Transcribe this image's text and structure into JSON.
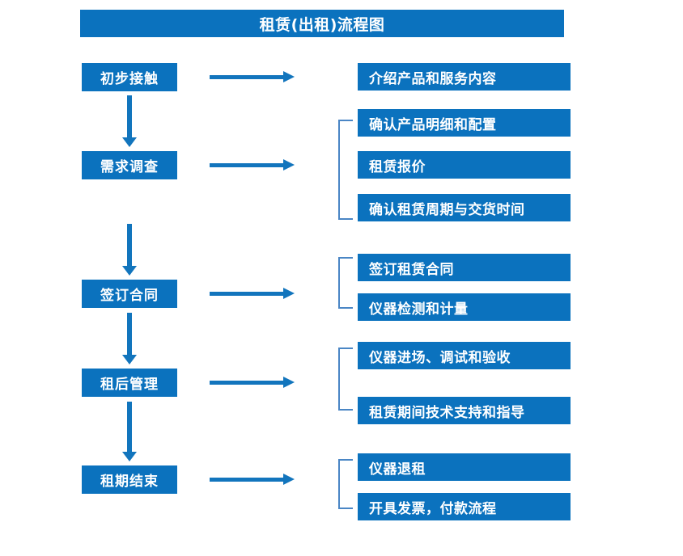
{
  "title": "租赁(出租)流程图",
  "theme": {
    "box_blue": "#0B72BE",
    "arrow_blue": "#1275BD",
    "bracket_blue": "#4A86C5",
    "text_color": "#FFFFFF",
    "background": "#FFFFFF"
  },
  "stages": [
    {
      "id": "initial-contact",
      "label": "初步接触"
    },
    {
      "id": "needs-survey",
      "label": "需求调查"
    },
    {
      "id": "sign-contract",
      "label": "签订合同"
    },
    {
      "id": "post-rental-manage",
      "label": "租后管理"
    },
    {
      "id": "rental-period-end",
      "label": "租期结束"
    }
  ],
  "details": [
    {
      "id": "introduce-products",
      "label": "介绍产品和服务内容"
    },
    {
      "id": "confirm-product-specs",
      "label": "确认产品明细和配置"
    },
    {
      "id": "rental-quotation",
      "label": "租赁报价"
    },
    {
      "id": "confirm-period-delivery",
      "label": "确认租赁周期与交货时间"
    },
    {
      "id": "sign-rental-contract",
      "label": "签订租赁合同"
    },
    {
      "id": "instrument-test-metering",
      "label": "仪器检测和计量"
    },
    {
      "id": "instrument-entry-accept",
      "label": "仪器进场、调试和验收"
    },
    {
      "id": "rental-tech-support",
      "label": "租赁期间技术支持和指导"
    },
    {
      "id": "instrument-return",
      "label": "仪器退租"
    },
    {
      "id": "invoice-payment-process",
      "label": "开具发票，付款流程"
    }
  ]
}
